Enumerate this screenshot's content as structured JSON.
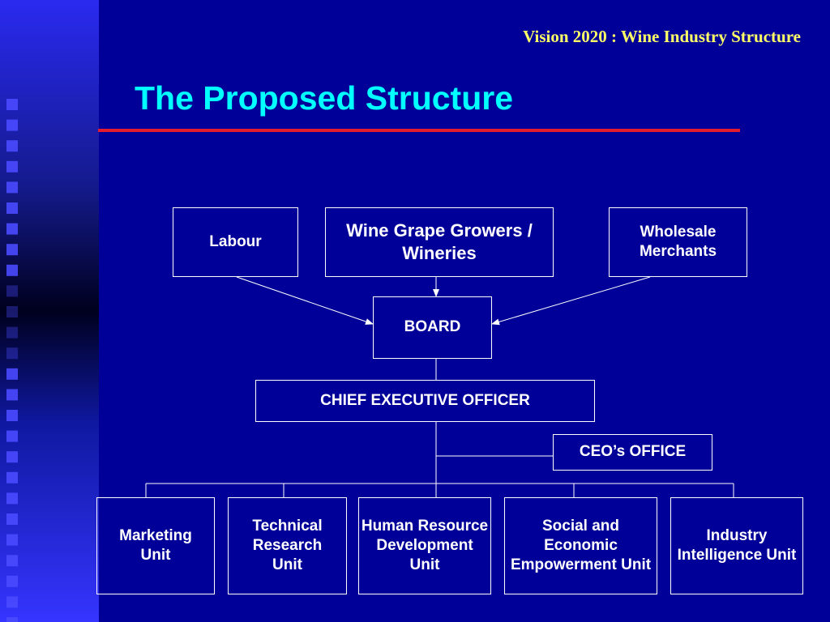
{
  "header": {
    "title": "Vision 2020 : Wine Industry Structure"
  },
  "slide": {
    "title": "The Proposed Structure"
  },
  "diagram": {
    "top_nodes": {
      "labour": "Labour",
      "growers": "Wine Grape Growers / Wineries",
      "wholesale": "Wholesale Merchants"
    },
    "board": "BOARD",
    "ceo": "CHIEF EXECUTIVE OFFICER",
    "ceo_office": "CEO’s OFFICE",
    "units": {
      "marketing": "Marketing Unit",
      "technical": "Technical Research Unit",
      "hrd": "Human Resource Development Unit",
      "social": "Social and Economic Empowerment Unit",
      "industry": "Industry Intelligence Unit"
    }
  },
  "colors": {
    "background": "#000099",
    "sidebar_gradient_top": "#3333ff",
    "sidebar_gradient_dark": "#000033",
    "header_text": "#ffff66",
    "title_text": "#00ffff",
    "title_rule": "#e31b2f",
    "lines": "#ffffff"
  }
}
